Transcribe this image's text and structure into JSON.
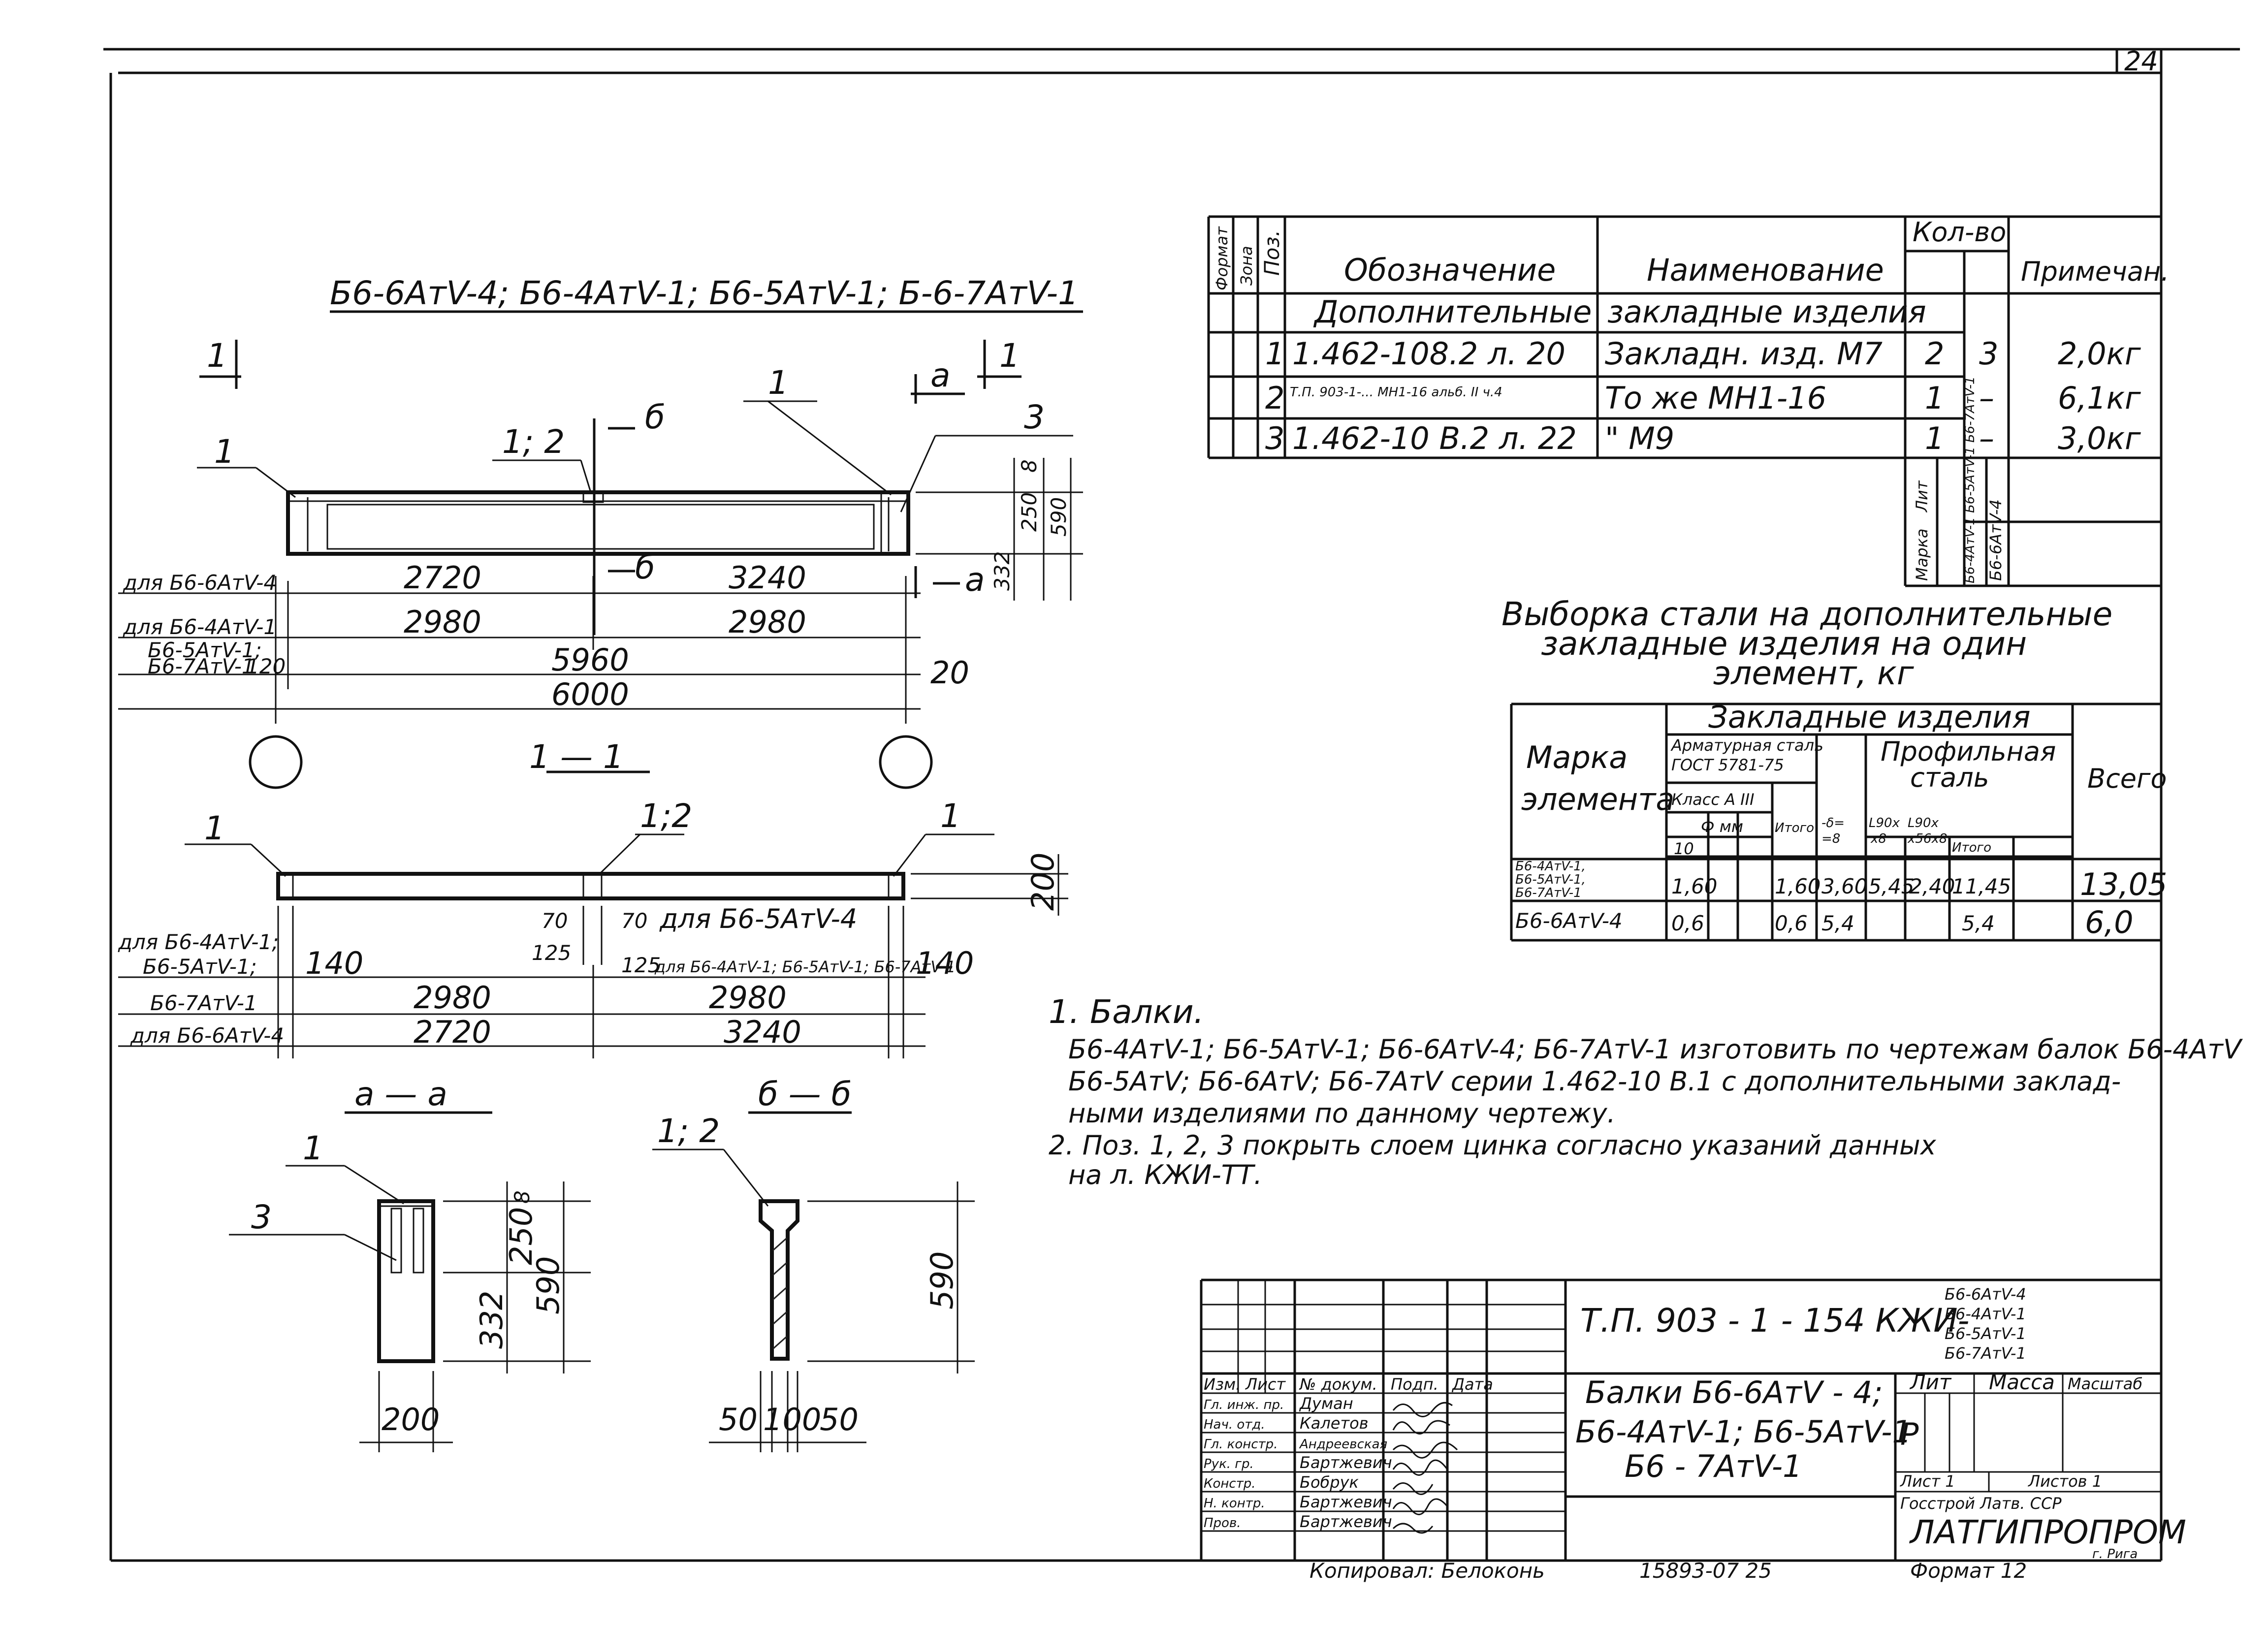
{
  "sheet_number": "24",
  "drawing_title": "Б6-6АтV-4; Б6-4АтV-1; Б6-5АтV-1; Б-6-7АтV-1",
  "plan": {
    "section_mark": "1",
    "section_mark_a": "а",
    "section_mark_b": "б",
    "pos_1": "1",
    "pos_1_2": "1; 2",
    "pos_3": "3",
    "row_labels": [
      "для Б6-6АтV-4",
      "для Б6-4АтV-1",
      "Б6-5АтV-1;",
      "Б6-7АтV-1"
    ],
    "dims_row1": [
      "2720",
      "3240"
    ],
    "dims_row2": [
      "2980",
      "2980"
    ],
    "dim_5960": "5960",
    "dim_6000": "6000",
    "dim_120": "120",
    "dim_20": "20",
    "vdims": [
      "8",
      "250",
      "332",
      "590"
    ]
  },
  "section_1_1": {
    "title": "1 — 1",
    "pos_1": "1",
    "pos_1_2": "1;2",
    "dim_200": "200",
    "dim_70a": "70",
    "dim_70b": "70",
    "note_70": "для Б6-5АтV-4",
    "dim_125a": "125",
    "dim_125b": "125",
    "note_125": "для Б6-4АтV-1; Б6-5АтV-1; Б6-7АтV-1",
    "row_labels": [
      "для Б6-4АтV-1;",
      "Б6-5АтV-1;",
      "Б6-7АтV-1",
      "для Б6-6АтV-4"
    ],
    "dim_140a": "140",
    "dim_140b": "140",
    "dims_row1": [
      "2980",
      "2980"
    ],
    "dims_row2": [
      "2720",
      "3240"
    ]
  },
  "section_a": {
    "title": "а — а",
    "pos_1": "1",
    "pos_3": "3",
    "vdims": [
      "8",
      "250",
      "332",
      "590"
    ],
    "width": "200"
  },
  "section_b": {
    "title": "б — б",
    "pos_1_2": "1; 2",
    "vdim": "590",
    "widths": [
      "50",
      "100",
      "50"
    ]
  },
  "spec_table": {
    "headers": {
      "format": "Формат",
      "zone": "Зона",
      "pos": "Поз.",
      "designation": "Обозначение",
      "name": "Наименование",
      "qty": "Кол-во",
      "note": "Примечан."
    },
    "section_row": [
      "Дополнительные",
      "закладные изделия"
    ],
    "rows": [
      {
        "pos": "1",
        "designation": "1.462-108.2 л. 20",
        "name": "Закладн. изд. М7",
        "qty1": "2",
        "qty2": "3",
        "note": "2,0кг"
      },
      {
        "pos": "2",
        "designation": "Т.П. 903-1-... МН1-16 альб. II ч.4",
        "name": "То же           МН1-16",
        "qty1": "1",
        "qty2": "–",
        "note": "6,1кг"
      },
      {
        "pos": "3",
        "designation": "1.462-10 В.2 л. 22",
        "name": "\"                   М9",
        "qty1": "1",
        "qty2": "–",
        "note": "3,0кг"
      }
    ],
    "marka_label": "Марка",
    "lit_label": "Лит",
    "marka_col1": "Б6-4АтV-1 Б6-5АтV-1 Б6-7АтV-1",
    "marka_col2": "Б6-6АтV-4"
  },
  "steel_caption": [
    "Выборка   стали   на  дополнительные",
    "закладные   изделия   на   один",
    "элемент, кг"
  ],
  "steel_table": {
    "h_marka": [
      "Марка",
      "элемента"
    ],
    "h_zakl": "Закладные  изделия",
    "h_arm": [
      "Арматурная сталь",
      "ГОСТ 5781-75"
    ],
    "h_klass": "Класс А III",
    "h_phi": "Ф мм",
    "h_10": "10",
    "h_itogo": "Итого",
    "h_prof": [
      "Профильная",
      "сталь"
    ],
    "h_d": [
      "-δ=",
      "=8"
    ],
    "h_l90a": [
      "L90х",
      "х8"
    ],
    "h_l90b": [
      "L90х",
      "х56х8"
    ],
    "h_itogo2": "Итого",
    "h_vsego": "Всего",
    "rows": [
      {
        "marka": [
          "Б6-4АтV-1,",
          "Б6-5АтV-1,",
          "Б6-7АтV-1"
        ],
        "c10": "1,60",
        "itogo": "1,60",
        "d": "3,60",
        "l90a": "5,45",
        "l90b": "2,40",
        "itogo2": "11,45",
        "vsego": "13,05"
      },
      {
        "marka": [
          "Б6-6АтV-4"
        ],
        "c10": "0,6",
        "itogo": "0,6",
        "d": "5,4",
        "l90a": "",
        "l90b": "",
        "itogo2": "5,4",
        "vsego": "6,0"
      }
    ]
  },
  "notes": [
    "1. Балки.",
    "Б6-4АтV-1; Б6-5АтV-1; Б6-6АтV-4; Б6-7АтV-1  изготовить  по  чертежам  балок Б6-4АтV",
    "Б6-5АтV; Б6-6АтV; Б6-7АтV  серии  1.462-10  В.1  с  дополнительными  заклад-",
    "ными  изделиями  по  данному  чертежу.",
    "2. Поз. 1, 2, 3  покрыть   слоем   цинка   согласно  указаний  данных",
    "на  л.   КЖИ-ТТ."
  ],
  "title_block": {
    "code": "Т.П.  903 - 1 - 154   КЖИ-",
    "code_marks": [
      "Б6-6АтV-4",
      "Б6-4АтV-1",
      "Б6-5АтV-1",
      "Б6-7АтV-1"
    ],
    "name_lines": [
      "Балки   Б6-6АтV - 4;",
      "Б6-4АтV-1;  Б6-5АтV-1",
      "Б6 - 7АтV-1"
    ],
    "stage_label": "Лит",
    "mass_label": "Масса",
    "scale_label": "Масштаб",
    "stage_value": "Р",
    "sheet_label": "Лист 1",
    "sheets_label": "Листов 1",
    "org_top": "Госстрой Латв. ССР",
    "org": "ЛАТГИПРОПРОМ",
    "org_city": "г. Рига",
    "col_headers": [
      "Изм.",
      "Лист",
      "№ докум.",
      "Подп.",
      "Дата"
    ],
    "staff": [
      {
        "role": "Гл. инж. пр.",
        "name": "Думан"
      },
      {
        "role": "Нач. отд.",
        "name": "Калетов"
      },
      {
        "role": "Гл. констр.",
        "name": "Андреевская"
      },
      {
        "role": "Рук. гр.",
        "name": "Бартжевич"
      },
      {
        "role": "Констр.",
        "name": "Бобрук"
      },
      {
        "role": "Н. контр.",
        "name": "Бартжевич"
      },
      {
        "role": "Пров.",
        "name": "Бартжевич"
      }
    ]
  },
  "footer": {
    "copied": "Копировал: Белоконь",
    "number": "15893-07   25",
    "format": "Формат  12"
  }
}
